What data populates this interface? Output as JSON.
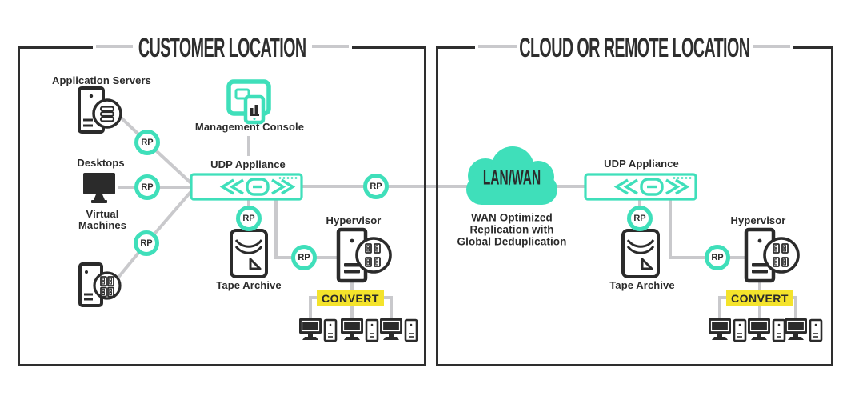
{
  "panels": {
    "customer": {
      "title": "CUSTOMER LOCATION"
    },
    "remote": {
      "title": "CLOUD OR REMOTE LOCATION"
    }
  },
  "nodes": {
    "application_servers": {
      "label": "Application Servers"
    },
    "desktops": {
      "label": "Desktops"
    },
    "virtual_machines": {
      "label": "Virtual\nMachines"
    },
    "management_console": {
      "label": "Management Console"
    },
    "udp_appliance_left": {
      "label": "UDP Appliance"
    },
    "udp_appliance_right": {
      "label": "UDP Appliance"
    },
    "tape_archive_left": {
      "label": "Tape Archive"
    },
    "tape_archive_right": {
      "label": "Tape Archive"
    },
    "hypervisor_left": {
      "label": "Hypervisor"
    },
    "hypervisor_right": {
      "label": "Hypervisor"
    },
    "lan_wan": {
      "label": "LAN/WAN",
      "note": "WAN Optimized\nReplication with\nGlobal Deduplication"
    },
    "convert_left": {
      "label": "CONVERT"
    },
    "convert_right": {
      "label": "CONVERT"
    }
  },
  "badges": {
    "recovery_point": "RP"
  },
  "colors": {
    "teal": "#3fdfba",
    "dark": "#2b2b2b",
    "line_gray": "#c9c9cc",
    "yellow": "#f4e32b",
    "white": "#ffffff"
  }
}
